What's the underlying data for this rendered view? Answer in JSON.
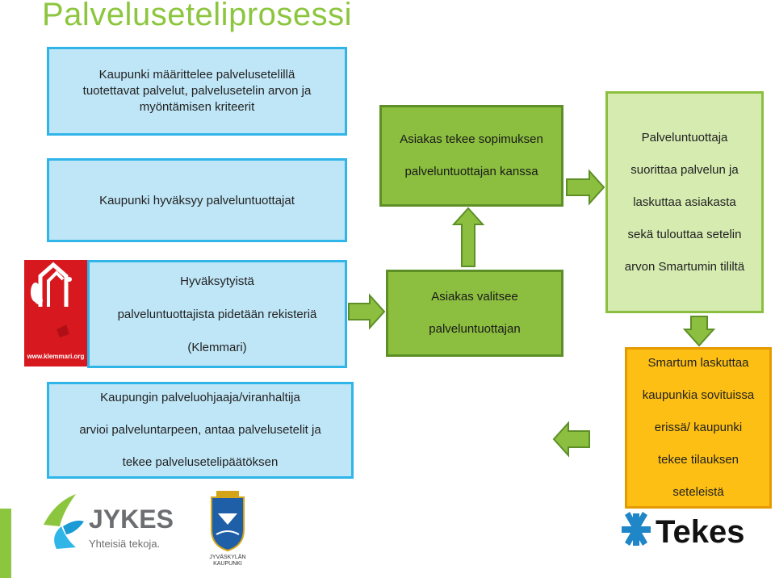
{
  "title": "Palveluseteliprosessi",
  "boxes": {
    "city_defines": {
      "lines": [
        "Kaupunki  määrittelee  palvelusetelillä",
        "tuotettavat  palvelut, palvelusetelin arvon  ja",
        "myöntämisen  kriteerit"
      ]
    },
    "city_approves": {
      "lines": [
        "Kaupunki hyväksyy  palveluntuottajat"
      ]
    },
    "registry": {
      "lines": [
        "Hyväksytyistä",
        "palveluntuottajista pidetään rekisteriä",
        "(Klemmari)"
      ]
    },
    "officer": {
      "lines": [
        "Kaupungin  palveluohjaaja/viranhaltija",
        "arvioi palveluntarpeen, antaa palvelusetelit ja",
        "tekee  palvelusetelipäätöksen"
      ]
    },
    "client_contract": {
      "lines": [
        "Asiakas  tekee  sopimuksen",
        "palveluntuottajan  kanssa"
      ]
    },
    "client_chooses": {
      "lines": [
        "Asiakas  valitsee",
        "palveluntuottajan"
      ]
    },
    "provider": {
      "lines": [
        "Palveluntuottaja",
        "suorittaa  palvelun  ja",
        "laskuttaa  asiakasta",
        "sekä  tulouttaa  setelin",
        "arvon Smartumin tililtä"
      ]
    },
    "smartum": {
      "lines": [
        "Smartum  laskuttaa",
        "kaupunkia  sovituissa",
        "erissä/  kaupunki",
        "tekee  tilauksen",
        "seteleistä"
      ]
    }
  },
  "logos": {
    "klemmari": "www.klemmari.org",
    "jykes_name": "JYKES",
    "jykes_slogan": "Yhteisiä tekoja.",
    "jyvaskyla_line1": "JYVÄSKYLÄN",
    "jyvaskyla_line2": "KAUPUNKI",
    "tekes": "Tekes"
  },
  "colors": {
    "title_green": "#8cc63f",
    "blue_fill": "#bfe6f7",
    "blue_border": "#2fb5e8",
    "green_fill": "#8cbf3f",
    "light_green_fill": "#d5ebb0",
    "orange_fill": "#fdbf13",
    "klemmari_red": "#d7191f"
  }
}
